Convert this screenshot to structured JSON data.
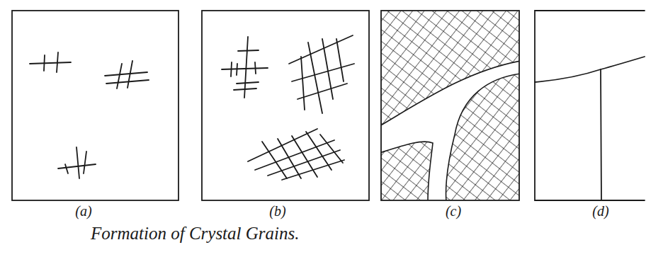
{
  "diagram": {
    "caption": "Formation of Crystal Grains.",
    "labels": [
      "(a)",
      "(b)",
      "(c)",
      "(d)"
    ]
  }
}
